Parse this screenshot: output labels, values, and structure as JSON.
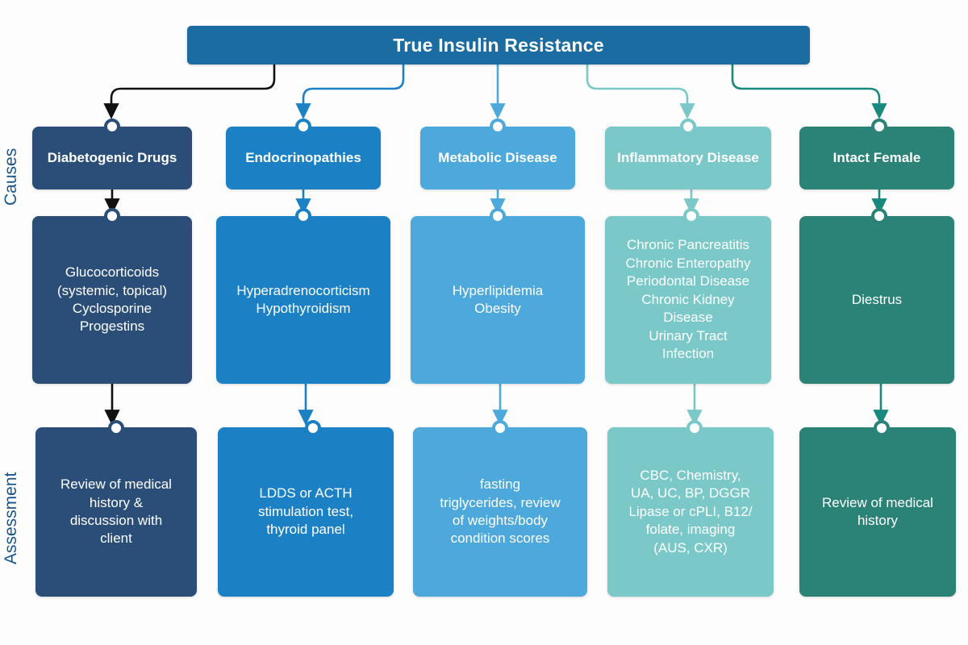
{
  "diagram": {
    "title": "True Insulin Resistance",
    "background": "#fdfdfd",
    "root_color": "#1b6ca0",
    "row_labels": [
      {
        "name": "causes",
        "text": "Causes",
        "color": "#17558f"
      },
      {
        "name": "assessment",
        "text": "Assessment",
        "color": "#17558f"
      }
    ],
    "columns": [
      {
        "key": "diabetogenic-drugs",
        "color": "#2b4e79",
        "connector_color": "#111111",
        "header": "Diabetogenic Drugs",
        "cause": "Glucocorticoids\n(systemic, topical)\nCyclosporine\nProgestins",
        "assessment": "Review of medical\nhistory &\ndiscussion with\nclient"
      },
      {
        "key": "endocrinopathies",
        "color": "#1b81c4",
        "connector_color": "#1b81c4",
        "header": "Endocrinopathies",
        "cause": "Hyperadrenocorticism\nHypothyroidism",
        "assessment": "LDDS or ACTH\nstimulation test,\nthyroid panel"
      },
      {
        "key": "metabolic-disease",
        "color": "#4da8db",
        "connector_color": "#4da8db",
        "header": "Metabolic Disease",
        "cause": "Hyperlipidemia\nObesity",
        "assessment": "fasting\ntriglycerides, review\nof weights/body\ncondition scores"
      },
      {
        "key": "inflammatory-disease",
        "color": "#7bc8c9",
        "connector_color": "#7bc8c9",
        "header": "Inflammatory Disease",
        "cause": "Chronic Pancreatitis\nChronic Enteropathy\nPeriodontal Disease\nChronic Kidney\nDisease\nUrinary Tract\nInfection",
        "assessment": "CBC, Chemistry,\nUA, UC, BP, DGGR\nLipase or cPLI, B12/\nfolate, imaging\n(AUS, CXR)"
      },
      {
        "key": "intact-female",
        "color": "#2b8276",
        "connector_color": "#17897e",
        "header": "Intact Female",
        "cause": "Diestrus",
        "assessment": "Review of medical\nhistory"
      }
    ]
  }
}
